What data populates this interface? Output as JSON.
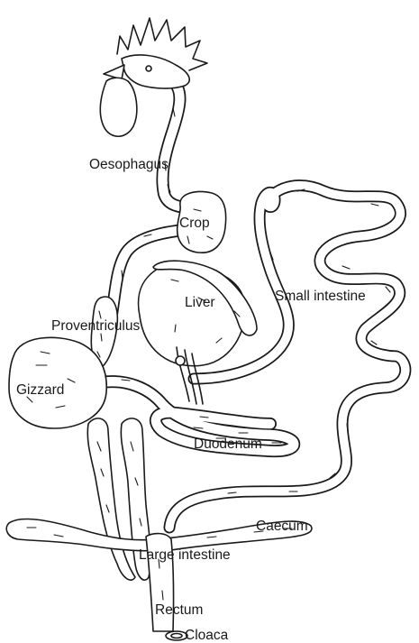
{
  "labels": {
    "oesophagus": "Oesophagus",
    "crop": "Crop",
    "small_intestine": "Small intestine",
    "liver": "Liver",
    "proventriculus": "Proventriculus",
    "gizzard": "Gizzard",
    "duodenum": "Duodenum",
    "caecum": "Caecum",
    "large_intestine": "Large intestine",
    "rectum": "Rectum",
    "cloaca": "Cloaca"
  },
  "colors": {
    "ink": "#1a1a1a",
    "background": "#ffffff"
  }
}
